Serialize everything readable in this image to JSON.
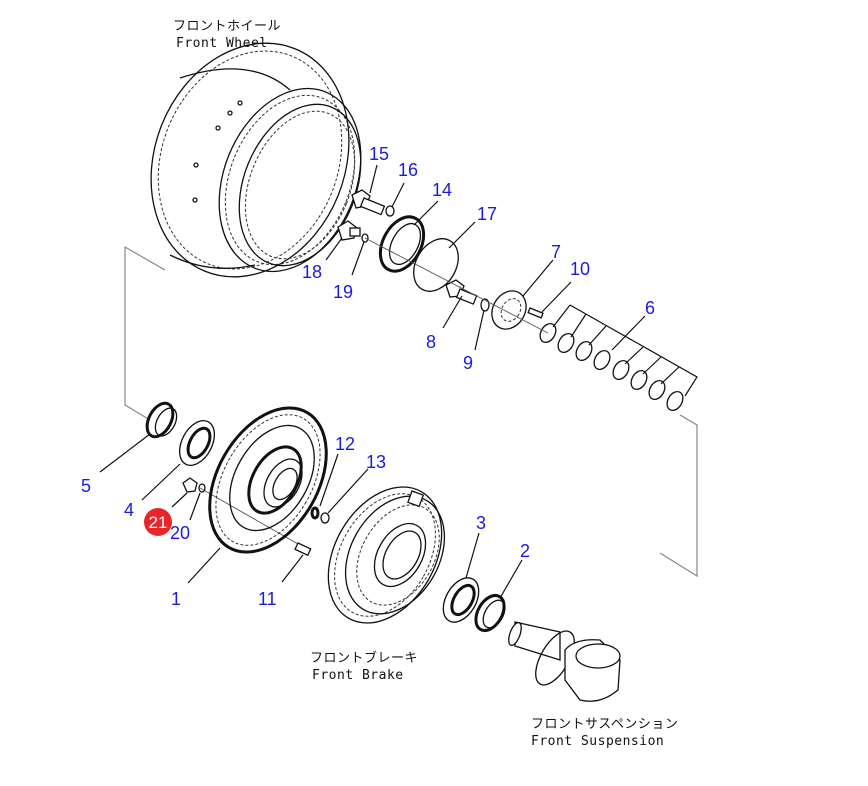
{
  "diagram": {
    "title": "Front Wheel / Front Brake exploded parts diagram",
    "captions": {
      "front_wheel": {
        "jp": "フロントホイール",
        "en": "Front Wheel"
      },
      "front_brake": {
        "jp": "フロントブレーキ",
        "en": "Front Brake"
      },
      "front_suspension": {
        "jp": "フロントサスペンション",
        "en": "Front Suspension"
      }
    },
    "callouts": [
      "1",
      "2",
      "3",
      "4",
      "5",
      "6",
      "7",
      "8",
      "9",
      "10",
      "11",
      "12",
      "13",
      "14",
      "15",
      "16",
      "17",
      "18",
      "19",
      "20"
    ],
    "highlighted_callout": {
      "label": "21",
      "color": "#e8262a"
    },
    "colors": {
      "callout_text": "#1a1ae6",
      "line_art": "#111111",
      "frame": "#888888"
    }
  }
}
